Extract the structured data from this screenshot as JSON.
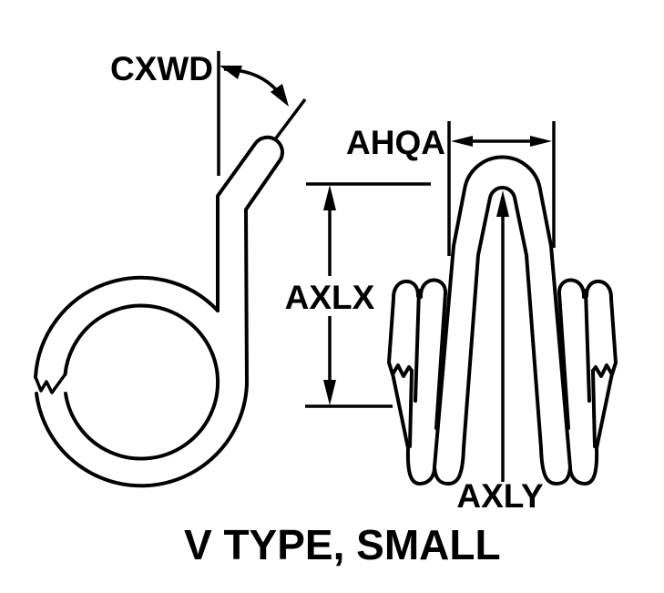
{
  "drawing": {
    "title": "V TYPE, SMALL",
    "labels": {
      "cxwd": "CXWD",
      "ahqa": "AHQA",
      "axlx": "AXLX",
      "axly": "AXLY"
    },
    "colors": {
      "line": "#000000",
      "background": "#ffffff"
    }
  }
}
